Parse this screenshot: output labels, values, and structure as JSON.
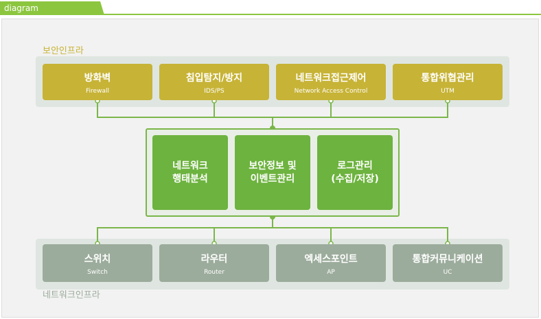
{
  "header": {
    "tab_label": "diagram"
  },
  "colors": {
    "accent": "#8cc63f",
    "security": "#c7b336",
    "core": "#6db33f",
    "network": "#9cac9c",
    "wire": "#7ab648"
  },
  "security": {
    "section_label": "보안인프라",
    "items": [
      {
        "title": "방화벽",
        "subtitle": "Firewall"
      },
      {
        "title": "침입탐지/방지",
        "subtitle": "IDS/PS"
      },
      {
        "title": "네트워크접근제어",
        "subtitle": "Network Access Control"
      },
      {
        "title": "통합위협관리",
        "subtitle": "UTM"
      }
    ]
  },
  "core": {
    "items": [
      {
        "line1": "네트워크",
        "line2": "행태분석"
      },
      {
        "line1": "보안정보 및",
        "line2": "이벤트관리"
      },
      {
        "line1": "로그관리",
        "line2": "(수집/저장)"
      }
    ]
  },
  "network": {
    "section_label": "네트워크인프라",
    "items": [
      {
        "title": "스위치",
        "subtitle": "Switch"
      },
      {
        "title": "라우터",
        "subtitle": "Router"
      },
      {
        "title": "엑세스포인트",
        "subtitle": "AP"
      },
      {
        "title": "통합커뮤니케이션",
        "subtitle": "UC"
      }
    ]
  }
}
